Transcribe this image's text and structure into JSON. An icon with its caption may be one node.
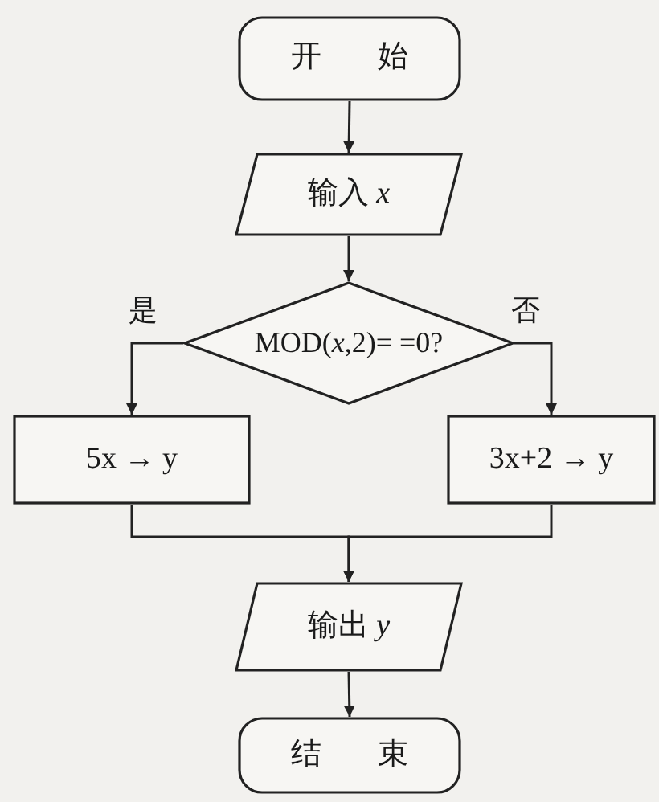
{
  "diagram": {
    "nodes": [
      {
        "text": [
          "开 始"
        ]
      },
      {
        "text": [
          "输入 *x*"
        ]
      },
      {
        "text": [
          "MOD(*x*,2)= =0?"
        ]
      },
      {
        "text": [
          "5x → y"
        ]
      },
      {
        "text": [
          "3x+2 → y"
        ]
      },
      {
        "text": [
          "输出 *y*"
        ]
      },
      {
        "text": [
          "结 束"
        ]
      }
    ],
    "edges": [
      {
        "from": 0,
        "to": 1,
        "arrow": "to"
      },
      {
        "from": 1,
        "to": 2,
        "arrow": "to"
      },
      {
        "from": 2,
        "to": 3,
        "arrow": "to",
        "label": "是"
      },
      {
        "from": 2,
        "to": 4,
        "arrow": "to",
        "label": "否"
      },
      {
        "from": 3,
        "to": 5,
        "arrow": "to"
      },
      {
        "from": 4,
        "to": 5,
        "arrow": "to"
      },
      {
        "from": 5,
        "to": 6,
        "arrow": "to"
      }
    ]
  }
}
